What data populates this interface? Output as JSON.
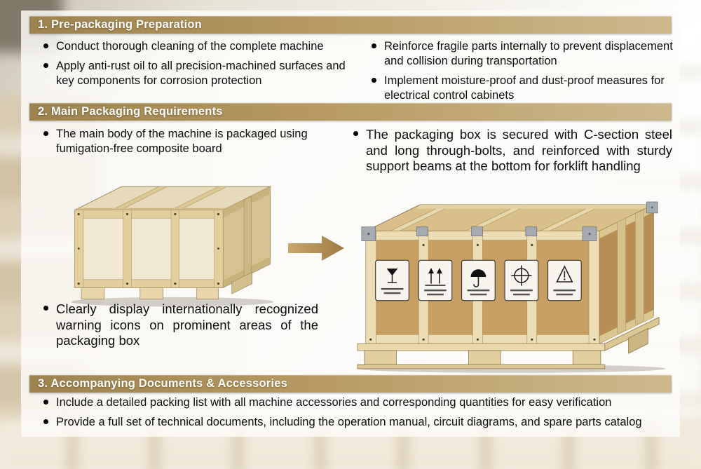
{
  "colors": {
    "header_gradient_start": "#9c8350",
    "header_gradient_end": "#cdb98e",
    "header_text": "#ffffff",
    "body_text": "#0c0c0c",
    "arrow": "#b3925c",
    "crate_wood": "#e9ddbf",
    "crate_board": "#c89f63"
  },
  "section1": {
    "title": "1. Pre-packaging Preparation",
    "left_bullets": [
      "Conduct thorough cleaning of the complete machine",
      "Apply anti-rust oil to all precision-machined surfaces and key components for corrosion protection"
    ],
    "right_bullets": [
      "Reinforce fragile parts internally to prevent displacement and collision during transportation",
      "Implement moisture-proof and dust-proof measures for electrical control cabinets"
    ]
  },
  "section2": {
    "title": "2. Main Packaging Requirements",
    "left_top_bullet": "The main body of the machine is packaged using fumigation-free composite board",
    "left_bottom_bullet": "Clearly display internationally recognized warning icons on prominent areas of the packaging box",
    "right_bullet": "The packaging box is secured with C-section steel and long through-bolts, and reinforced with sturdy support beams at the bottom for forklift handling"
  },
  "section3": {
    "title": "3. Accompanying Documents & Accessories",
    "bullets": [
      "Include a detailed packing list with all machine accessories and corresponding quantities for easy verification",
      "Provide a full set of technical documents, including the operation manual, circuit diagrams, and spare parts catalog"
    ]
  },
  "icons": {
    "arrow": "arrow-right-icon",
    "warning_labels": [
      "fragile-icon",
      "this-way-up-icon",
      "keep-dry-icon",
      "handle-with-care-icon",
      "caution-icon"
    ]
  }
}
